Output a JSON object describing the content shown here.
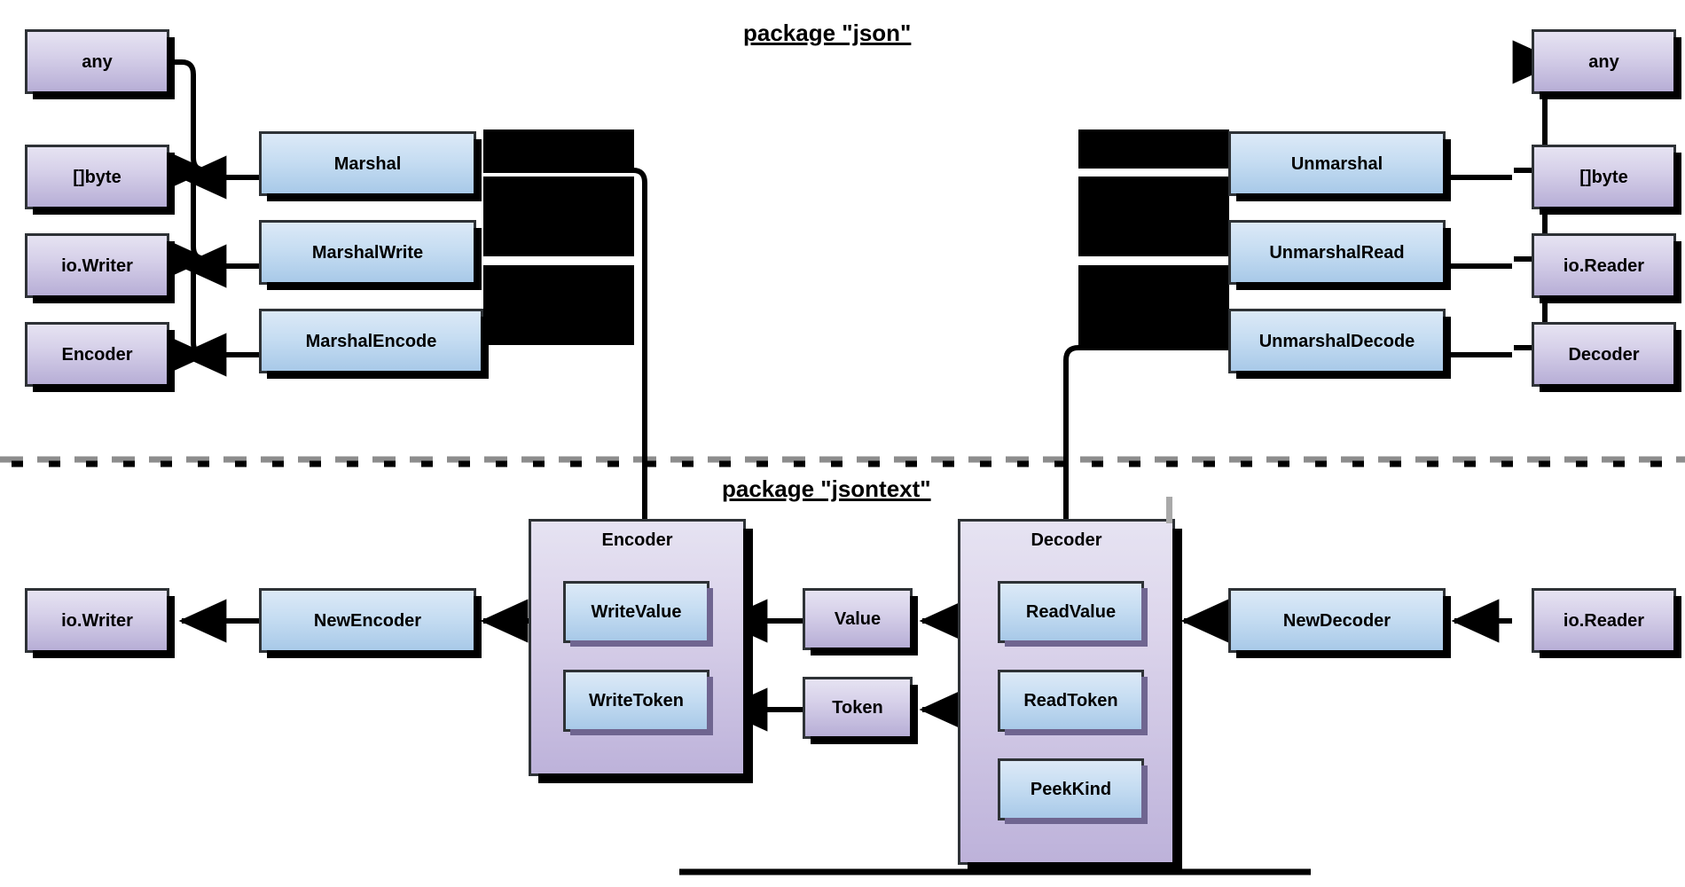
{
  "diagram": {
    "title": "Go json / jsontext package API diagram",
    "type": "diagram",
    "packages": [
      {
        "id": "json",
        "heading": "package \"json\""
      },
      {
        "id": "jsontext",
        "heading": "package \"jsontext\""
      }
    ],
    "colors": {
      "type_box_fill_top": "#e6e3f2",
      "type_box_fill_bottom": "#b7aed6",
      "func_box_fill_top": "#dce9f7",
      "func_box_fill_bottom": "#a8c9e8",
      "container_fill_bottom": "#bdb2da",
      "border": "#2e3236",
      "shadow": "#000000",
      "divider": "#9a9a9a",
      "background": "#ffffff"
    }
  },
  "json_package": {
    "marshal_side": {
      "types": [
        {
          "id": "any-left",
          "label": "any"
        },
        {
          "id": "bytes-left",
          "label": "[]byte"
        },
        {
          "id": "iowriter-left",
          "label": "io.Writer"
        },
        {
          "id": "encoder-left",
          "label": "Encoder"
        }
      ],
      "functions": [
        {
          "id": "marshal",
          "label": "Marshal"
        },
        {
          "id": "marshalwrite",
          "label": "MarshalWrite"
        },
        {
          "id": "marshalencode",
          "label": "MarshalEncode"
        }
      ]
    },
    "unmarshal_side": {
      "types": [
        {
          "id": "any-right",
          "label": "any"
        },
        {
          "id": "bytes-right",
          "label": "[]byte"
        },
        {
          "id": "ioreader-right",
          "label": "io.Reader"
        },
        {
          "id": "decoder-right",
          "label": "Decoder"
        }
      ],
      "functions": [
        {
          "id": "unmarshal",
          "label": "Unmarshal"
        },
        {
          "id": "unmarshalread",
          "label": "UnmarshalRead"
        },
        {
          "id": "unmarshaldecode",
          "label": "UnmarshalDecode"
        }
      ]
    }
  },
  "jsontext_package": {
    "encoder_side": {
      "type_out": {
        "id": "iowriter-bottom",
        "label": "io.Writer"
      },
      "constructor": {
        "id": "newencoder",
        "label": "NewEncoder"
      },
      "container": {
        "id": "encoder-struct",
        "label": "Encoder"
      },
      "methods": [
        {
          "id": "writevalue",
          "label": "WriteValue"
        },
        {
          "id": "writetoken",
          "label": "WriteToken"
        }
      ]
    },
    "middle_types": [
      {
        "id": "value-mid",
        "label": "Value"
      },
      {
        "id": "token-mid",
        "label": "Token"
      }
    ],
    "decoder_side": {
      "container": {
        "id": "decoder-struct",
        "label": "Decoder"
      },
      "methods": [
        {
          "id": "readvalue",
          "label": "ReadValue"
        },
        {
          "id": "readtoken",
          "label": "ReadToken"
        },
        {
          "id": "peekkind",
          "label": "PeekKind"
        }
      ],
      "constructor": {
        "id": "newdecoder",
        "label": "NewDecoder"
      },
      "type_in": {
        "id": "ioreader-bottom",
        "label": "io.Reader"
      }
    }
  }
}
